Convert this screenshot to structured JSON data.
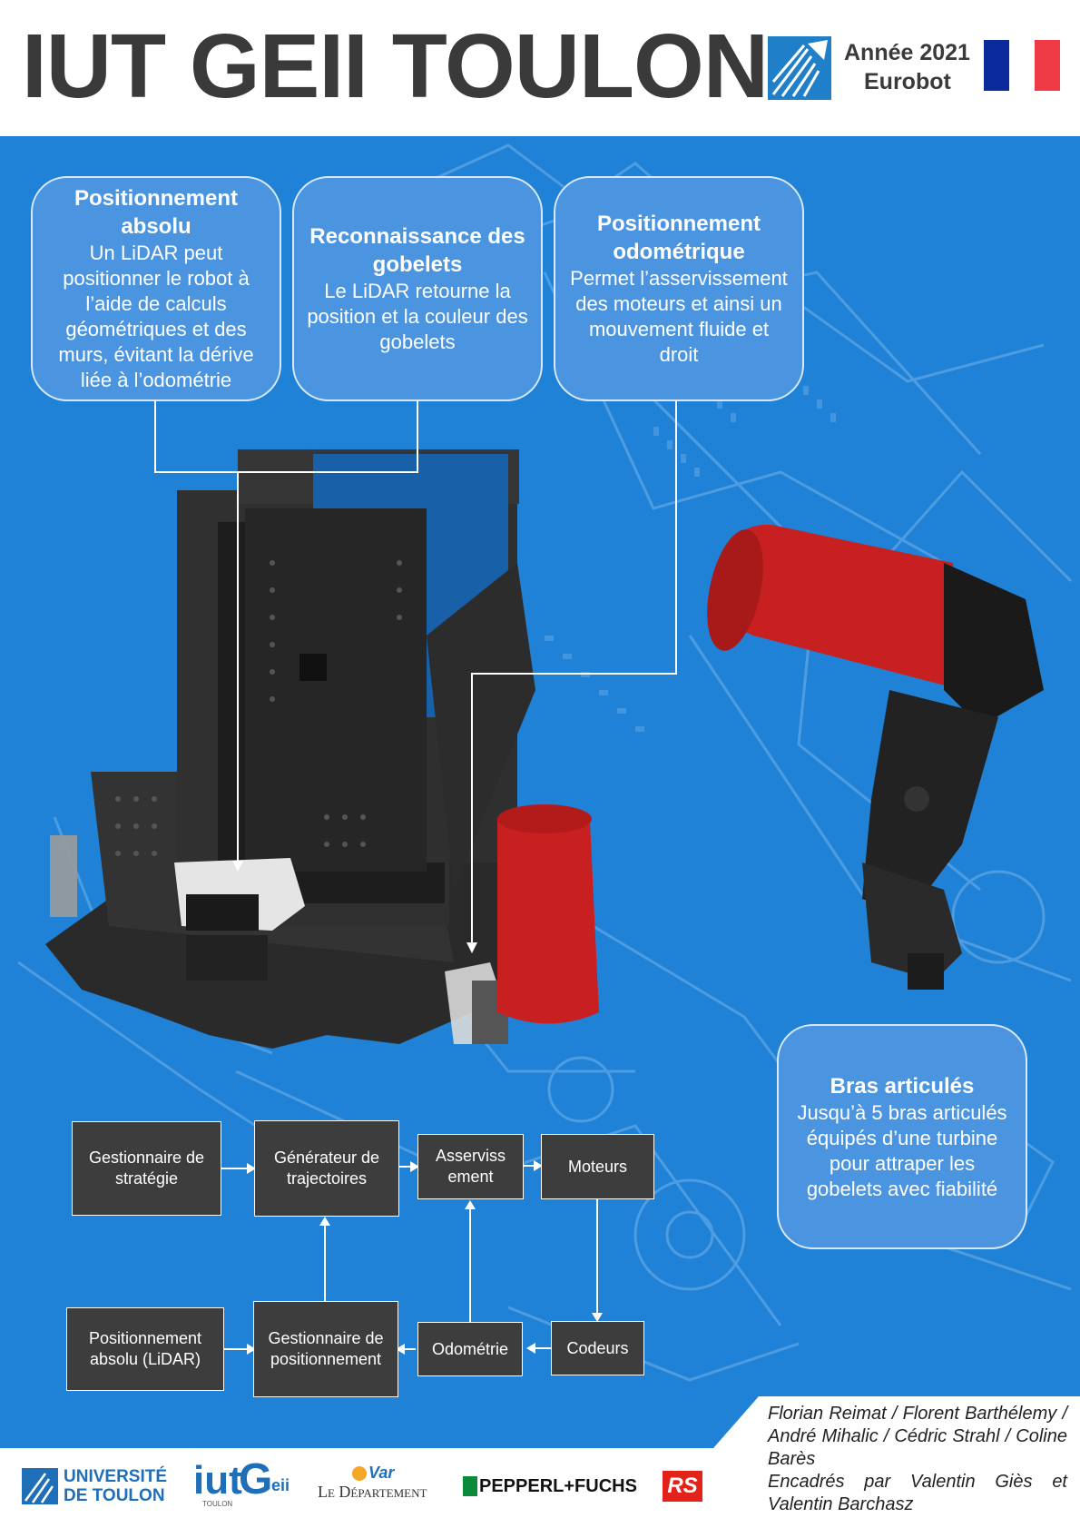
{
  "header": {
    "title": "IUT GEII TOULON",
    "year": "Année 2021",
    "event": "Eurobot"
  },
  "colors": {
    "poster_blue": "#1f82d6",
    "bubble_blue": "#4b95e0",
    "box_dark": "#3d3d3d",
    "title_gray": "#3a3a3a",
    "flag_blue": "#0a2a9c",
    "flag_white": "#ffffff",
    "flag_red": "#ef3b45",
    "turbine_red": "#c82020"
  },
  "bubbles": {
    "absolute": {
      "title": "Positionnement absolu",
      "text": "Un LiDAR peut positionner le robot à l’aide de calculs géométriques et des murs, évitant la dérive liée à l’odométrie"
    },
    "cups": {
      "title": "Reconnaissance des gobelets",
      "text": "Le LiDAR retourne la position et la couleur des gobelets"
    },
    "odometric": {
      "title": "Positionnement odométrique",
      "text": "Permet l’asservissement des moteurs et ainsi un mouvement fluide et droit"
    },
    "arms": {
      "title": "Bras articulés",
      "text": "Jusqu’à 5 bras articulés équipés d’une turbine pour attraper les gobelets avec fiabilité"
    }
  },
  "flowchart": {
    "strategy": "Gestionnaire de stratégie",
    "trajectory": "Générateur de trajectoires",
    "servo": "Asserviss ement",
    "motors": "Moteurs",
    "lidar": "Positionnement absolu (LiDAR)",
    "positioning": "Gestionnaire de positionnement",
    "odometry": "Odométrie",
    "encoders": "Codeurs"
  },
  "credits": {
    "names": "Florian Reimat / Florent Barthélemy / André Mihalic / Cédric Strahl / Coline Barès",
    "supervised_prefix": "Encadrés par",
    "supervisor1": "Valentin Giès",
    "conj": "et",
    "supervisor2": "Valentin Barchasz"
  },
  "sponsors": {
    "univ_line1": "UNIVERSITÉ",
    "univ_line2": "DE TOULON",
    "iut": "iut",
    "iut_g": "G",
    "iut_eii": "eii",
    "iut_sub": "TOULON",
    "var": "Var",
    "departement": "Le Département",
    "pf": "PEPPERL+FUCHS",
    "rs": "RS"
  }
}
